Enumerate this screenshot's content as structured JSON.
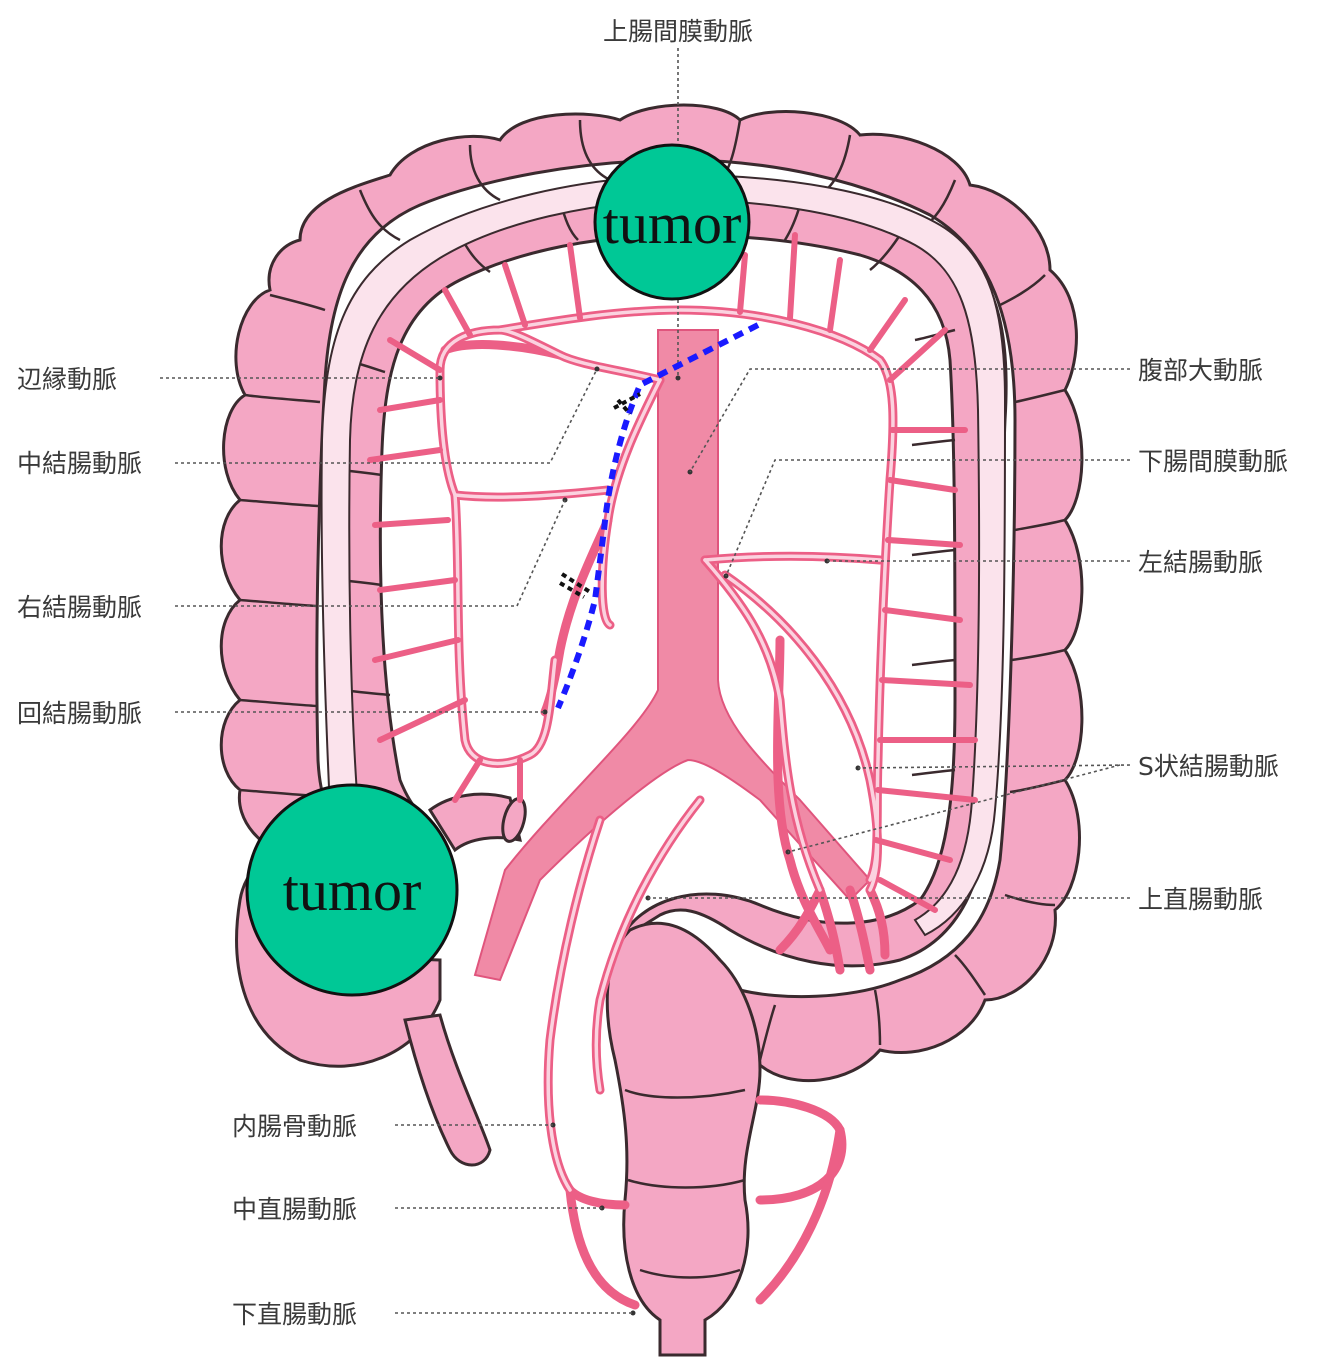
{
  "labels": {
    "superior_mesenteric_artery": "上腸間膜動脈",
    "marginal_artery": "辺縁動脈",
    "middle_colic_artery": "中結腸動脈",
    "right_colic_artery": "右結腸動脈",
    "ileocolic_artery": "回結腸動脈",
    "abdominal_aorta": "腹部大動脈",
    "inferior_mesenteric_artery": "下腸間膜動脈",
    "left_colic_artery": "左結腸動脈",
    "sigmoid_artery": "S状結腸動脈",
    "superior_rectal_artery": "上直腸動脈",
    "internal_iliac_artery": "内腸骨動脈",
    "middle_rectal_artery": "中直腸動脈",
    "inferior_rectal_artery": "下直腸動脈"
  },
  "tumors": [
    {
      "label": "tumor"
    },
    {
      "label": "tumor"
    }
  ],
  "colors": {
    "tumor_fill": "#00c896",
    "bowel": "#f4a7c4",
    "vessel": "#ec5f86",
    "aorta": "#f08aa6",
    "resection_line": "#1a1aff"
  }
}
